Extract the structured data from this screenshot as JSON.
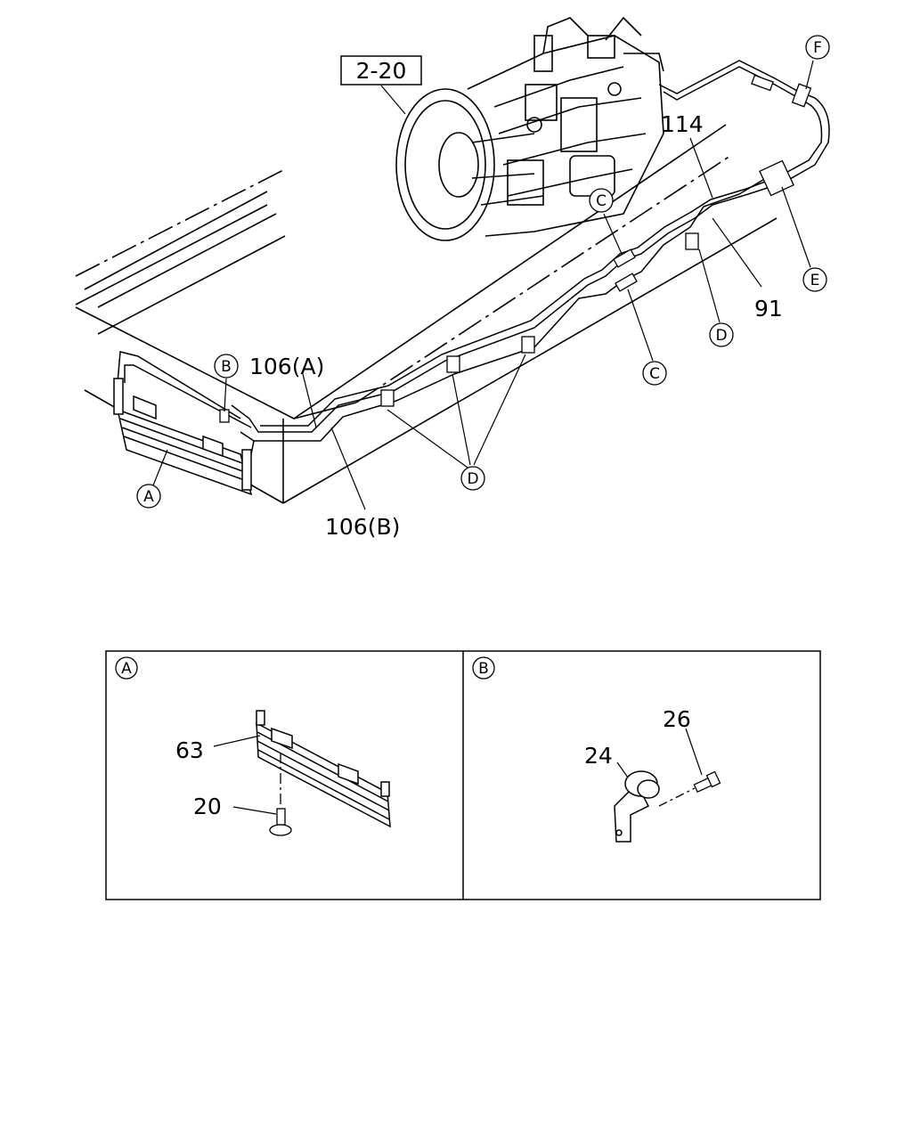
{
  "callouts": {
    "ref_box": "2-20",
    "p114": "114",
    "p91": "91",
    "p106a": "106(A)",
    "p106b": "106(B)",
    "p63": "63",
    "p20": "20",
    "p24": "24",
    "p26": "26"
  },
  "markers": {
    "A": "A",
    "B": "B",
    "C": "C",
    "D": "D",
    "E": "E",
    "F": "F"
  },
  "detail_panels": {
    "left_tag": "A",
    "right_tag": "B"
  }
}
